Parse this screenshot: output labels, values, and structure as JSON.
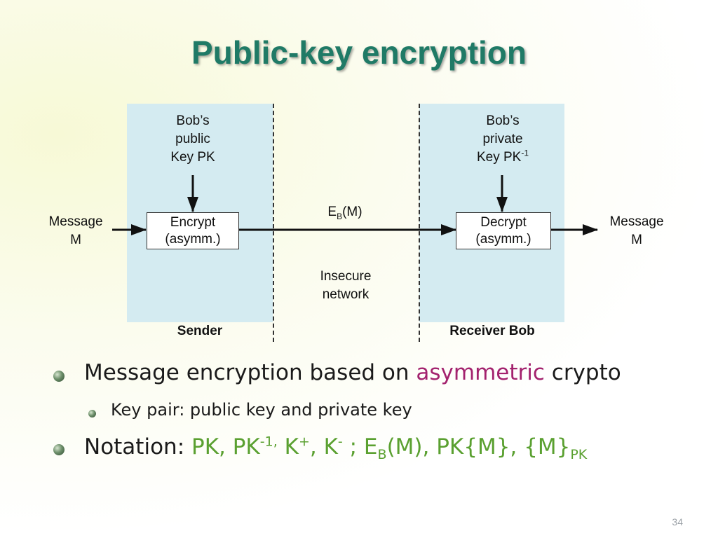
{
  "slide": {
    "title": "Public-key encryption",
    "page_number": "34"
  },
  "diagram": {
    "sender_key": [
      "Bob’s",
      "public",
      "Key PK"
    ],
    "receiver_key": [
      "Bob’s",
      "private",
      "Key PK"
    ],
    "receiver_key_sup": "-1",
    "input_message": [
      "Message",
      "M"
    ],
    "output_message": [
      "Message",
      "M"
    ],
    "encrypt_box": [
      "Encrypt",
      "(asymm.)"
    ],
    "decrypt_box": [
      "Decrypt",
      "(asymm.)"
    ],
    "ciphertext": {
      "base": "E",
      "sub": "B",
      "rest": "(M)"
    },
    "network": [
      "Insecure",
      "network"
    ],
    "sender_label": "Sender",
    "receiver_label": "Receiver Bob",
    "colors": {
      "panel": "#d4ebf1",
      "title": "#1f7a66"
    }
  },
  "bullets": {
    "b1_prefix": "Message encryption based on ",
    "b1_accent": "asymmetric",
    "b1_suffix": " crypto",
    "b1_sub": "Key pair: public key and private key",
    "b2_prefix": "Notation: ",
    "n1": "PK, PK",
    "n1_sup": "-1,",
    "n2": " K",
    "n2_sup": "+",
    "n3": ", K",
    "n3_sup": "-",
    "n4": " ; E",
    "n4_sub": "B",
    "n5": "(M), PK{M}, {M}",
    "n5_sub": "PK",
    "colors": {
      "accent": "#a3226e",
      "notation": "#5aa030"
    }
  }
}
